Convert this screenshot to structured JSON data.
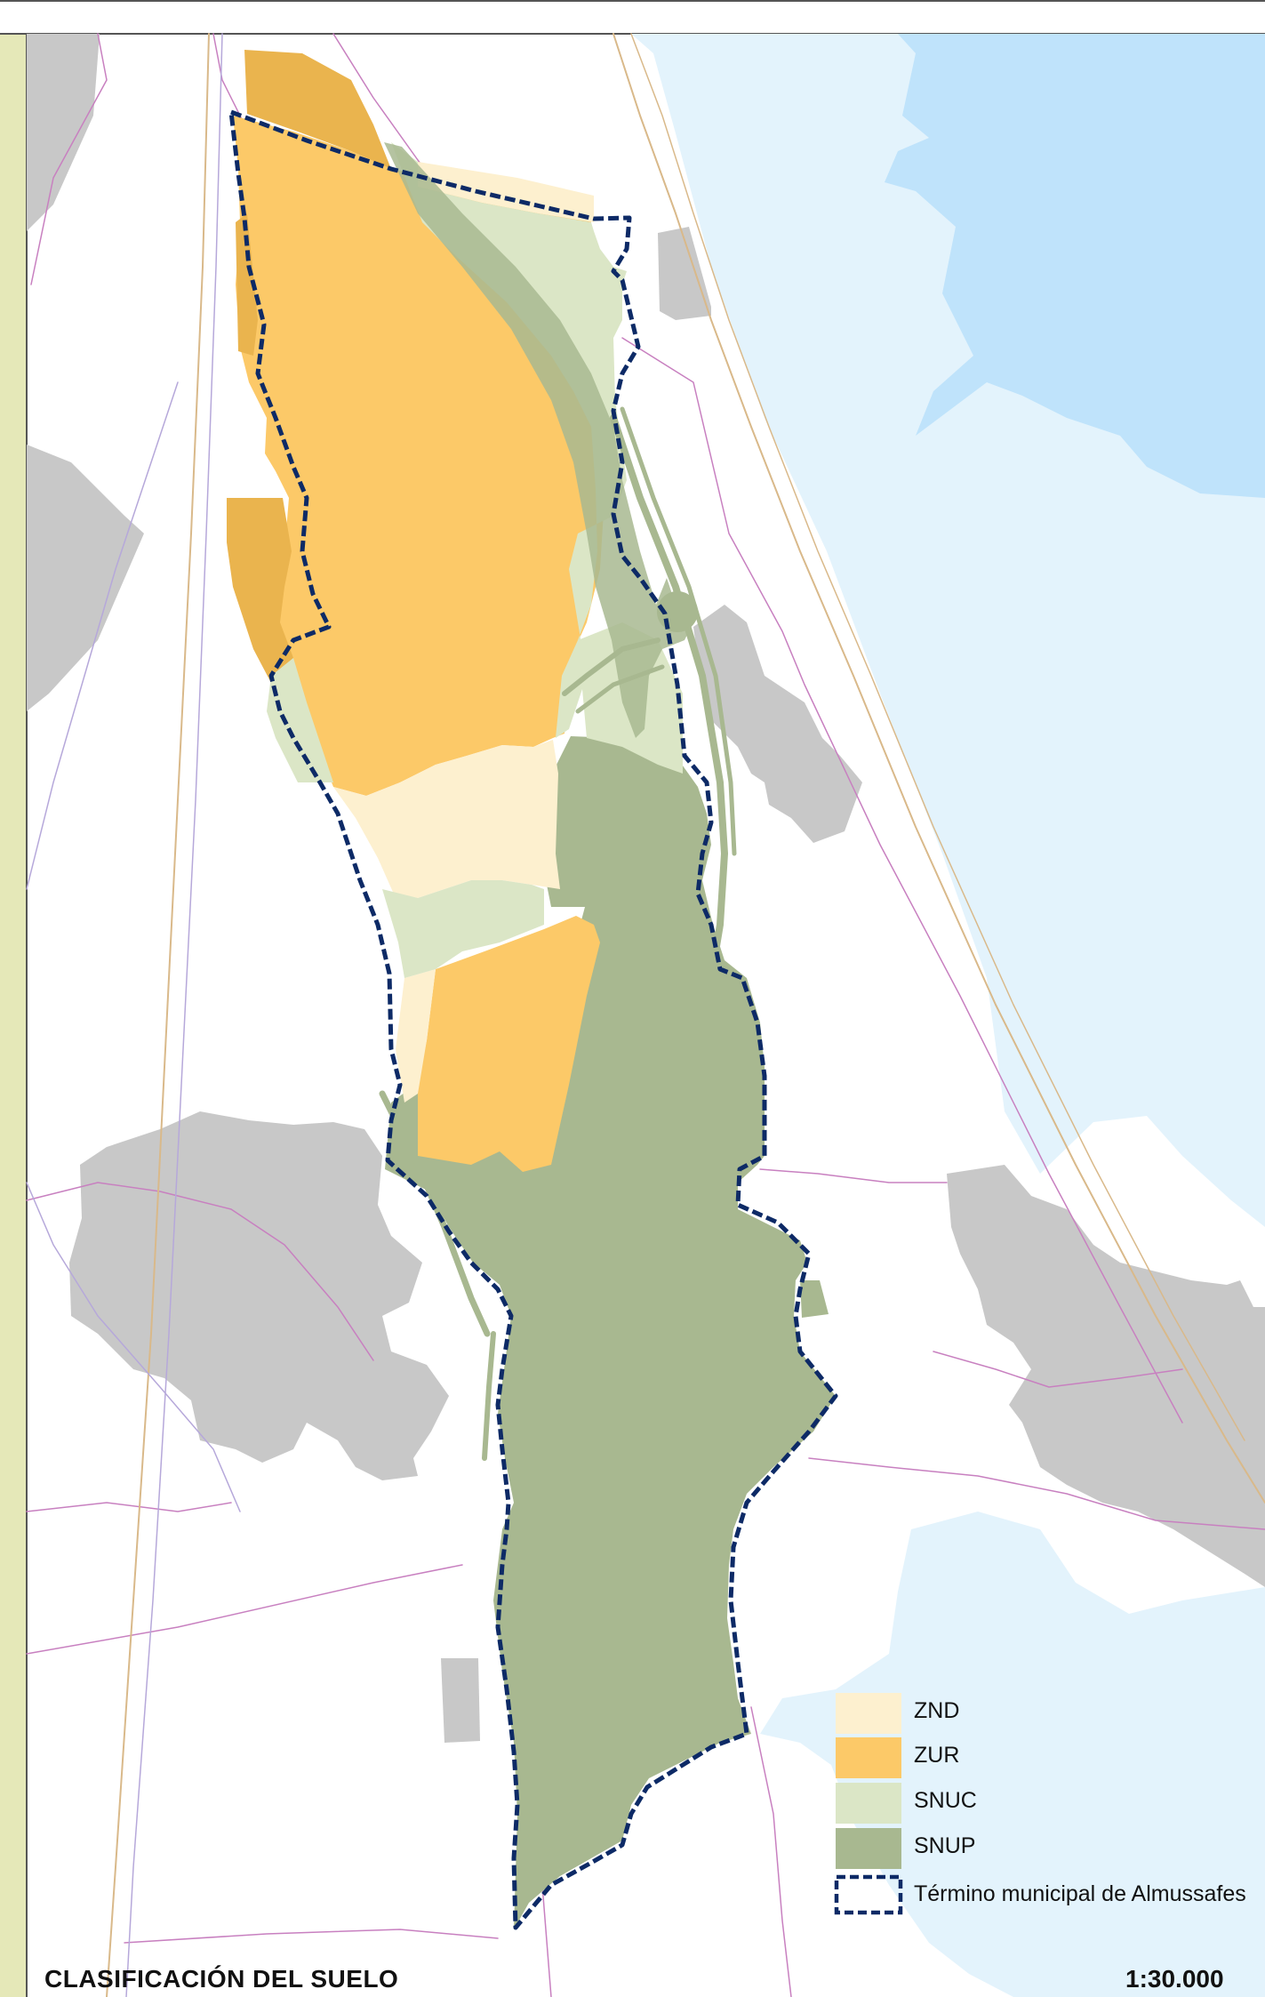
{
  "map": {
    "title": "CLASIFICACIÓN DEL SUELO",
    "scale": "1:30.000"
  },
  "legend": {
    "items": [
      {
        "key": "znd",
        "label": "ZND",
        "color": "#fdf0cf"
      },
      {
        "key": "zur",
        "label": "ZUR",
        "color": "#fcc968"
      },
      {
        "key": "snuc",
        "label": "SNUC",
        "color": "#dbe6c6"
      },
      {
        "key": "snup",
        "label": "SNUP",
        "color": "#a8b890"
      },
      {
        "key": "boundary",
        "label": "Término municipal de Almussafes",
        "color": "#0d2a66"
      }
    ]
  },
  "colors": {
    "water_deep": "#bfe3fb",
    "water_light": "#e3f3fc",
    "urban_grey": "#c8c8c8",
    "left_strip": "#e5e8b8",
    "road_pink": "#c880c0",
    "road_tan": "#d9b98a",
    "road_lavender": "#b6a8da",
    "zur_dark": "#eab44e"
  }
}
